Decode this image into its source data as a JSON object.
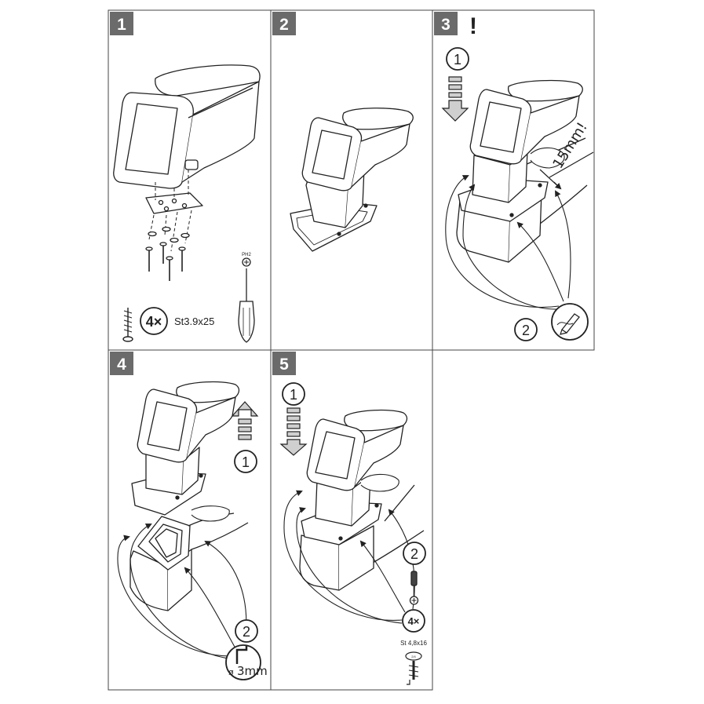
{
  "title": "",
  "steps": [
    {
      "number": "1",
      "alert": ""
    },
    {
      "number": "2",
      "alert": ""
    },
    {
      "number": "3",
      "alert": "!"
    },
    {
      "number": "4",
      "alert": ""
    },
    {
      "number": "5",
      "alert": ""
    }
  ],
  "step1": {
    "screw_count": "4×",
    "screw_spec": "St3.9x25",
    "tool_label": "PH2"
  },
  "step3": {
    "sub1": "1",
    "sub2": "2",
    "gap": "15mm!"
  },
  "step4": {
    "sub1": "1",
    "sub2": "2",
    "drill": "3mm",
    "drill_prefix": "ø"
  },
  "step5": {
    "sub1": "1",
    "sub2": "2",
    "screw_count": "4×",
    "screw_spec": "St 4,8x16",
    "screw_head": "2/4"
  },
  "colors": {
    "line": "#222222",
    "border": "#444444",
    "badge": "#6b6b6b",
    "arrow_fill": "#cfcfcf"
  }
}
